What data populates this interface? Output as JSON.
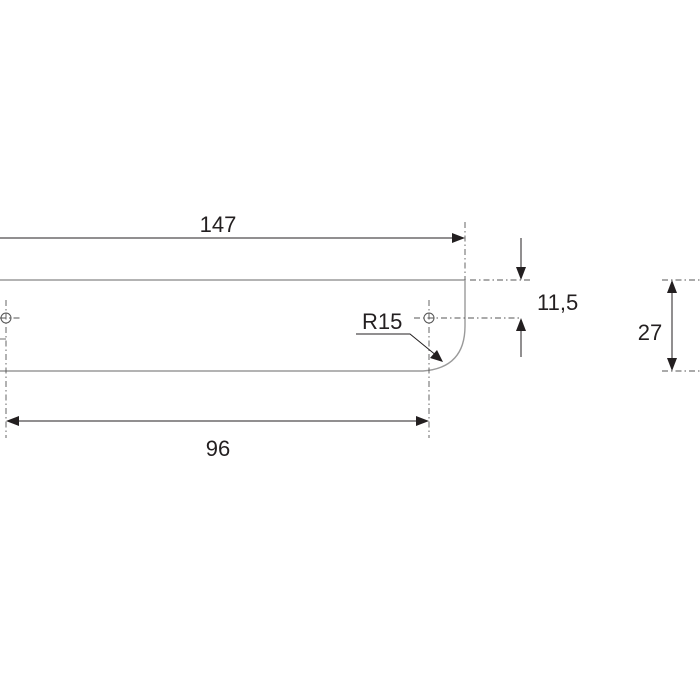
{
  "dimensions": {
    "overall_length": "147",
    "hole_spacing": "96",
    "hole_offset": "11,5",
    "corner_radius": "R15",
    "total_height": "27"
  }
}
